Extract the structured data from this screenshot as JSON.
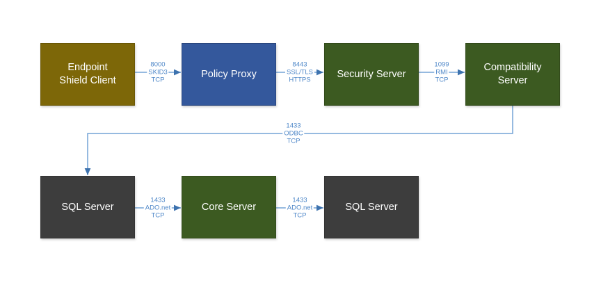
{
  "diagram": {
    "background_color": "#ffffff",
    "line_color": "#74a3d6",
    "arrowhead_color": "#3d72ae",
    "label_color": "#4e87c8",
    "nodes": [
      {
        "id": "endpoint-shield-client",
        "label": "Endpoint Shield Client",
        "fill": "#7d6708",
        "border": "#6b5806",
        "row": 1,
        "col": 1
      },
      {
        "id": "policy-proxy",
        "label": "Policy Proxy",
        "fill": "#34589c",
        "border": "#2a477f",
        "row": 1,
        "col": 2
      },
      {
        "id": "security-server",
        "label": "Security Server",
        "fill": "#3c5a21",
        "border": "#324b1b",
        "row": 1,
        "col": 3
      },
      {
        "id": "compatibility-server",
        "label": "Compatibility Server",
        "fill": "#3c5a21",
        "border": "#324b1b",
        "row": 1,
        "col": 4
      },
      {
        "id": "sql-server-1",
        "label": "SQL Server",
        "fill": "#3d3d3d",
        "border": "#343434",
        "row": 2,
        "col": 1
      },
      {
        "id": "core-server",
        "label": "Core Server",
        "fill": "#3c5a21",
        "border": "#324b1b",
        "row": 2,
        "col": 2
      },
      {
        "id": "sql-server-2",
        "label": "SQL Server",
        "fill": "#3d3d3d",
        "border": "#343434",
        "row": 2,
        "col": 3
      }
    ],
    "connectors": [
      {
        "id": "esc-to-policy-proxy",
        "from": "endpoint-shield-client",
        "to": "policy-proxy",
        "lines": [
          "8000",
          "SKID3",
          "TCP"
        ]
      },
      {
        "id": "proxy-to-security",
        "from": "policy-proxy",
        "to": "security-server",
        "lines": [
          "8443",
          "SSL/TLS",
          "HTTPS"
        ]
      },
      {
        "id": "security-to-compat",
        "from": "security-server",
        "to": "compatibility-server",
        "lines": [
          "1099",
          "RMI",
          "TCP"
        ]
      },
      {
        "id": "compat-to-sql-server-1",
        "from": "compatibility-server",
        "to": "sql-server-1",
        "lines": [
          "1433",
          "ODBC",
          "TCP"
        ]
      },
      {
        "id": "sql-server-1-to-core",
        "from": "sql-server-1",
        "to": "core-server",
        "lines": [
          "1433",
          "ADO.net",
          "TCP"
        ]
      },
      {
        "id": "core-to-sql-server-2",
        "from": "core-server",
        "to": "sql-server-2",
        "lines": [
          "1433",
          "ADO.net",
          "TCP"
        ]
      }
    ]
  }
}
